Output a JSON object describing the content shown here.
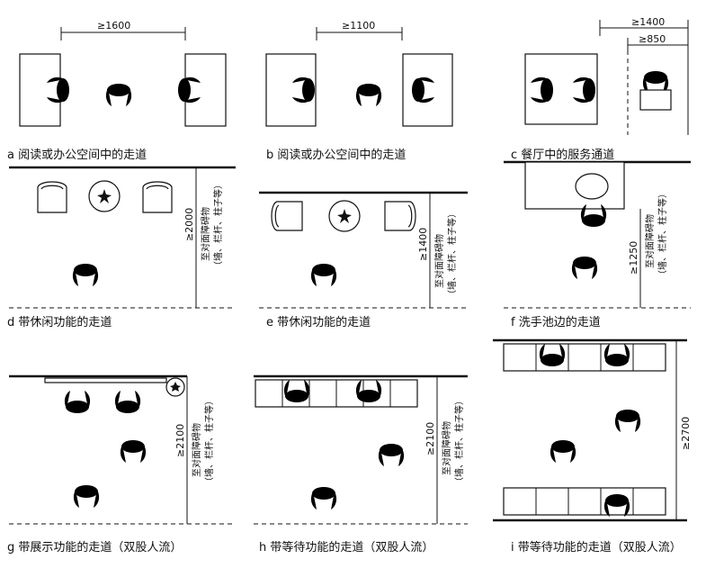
{
  "panels": {
    "a": {
      "caption": "a 阅读或办公空间中的走道",
      "dim": "≥1600"
    },
    "b": {
      "caption": "b 阅读或办公空间中的走道",
      "dim": "≥1100"
    },
    "c": {
      "caption": "c 餐厅中的服务通道",
      "dim1": "≥1400",
      "dim2": "≥850"
    },
    "d": {
      "caption": "d 带休闲功能的走道",
      "dim": "≥2000",
      "note": "至对面障碍物",
      "note2": "（墙、栏杆、柱子等）"
    },
    "e": {
      "caption": "e 带休闲功能的走道",
      "dim": "≥1400",
      "note": "至对面障碍物",
      "note2": "（墙、栏杆、柱子等）"
    },
    "f": {
      "caption": "f 洗手池边的走道",
      "dim": "≥1250",
      "note": "至对面障碍物",
      "note2": "（墙、栏杆、柱子等）"
    },
    "g": {
      "caption": "g 带展示功能的走道（双股人流）",
      "dim": "≥2100",
      "note": "至对面障碍物",
      "note2": "（墙、栏杆、柱子等）"
    },
    "h": {
      "caption": "h 带等待功能的走道（双股人流）",
      "dim": "≥2100",
      "note": "至对面障碍物",
      "note2": "（墙、栏杆、柱子等）"
    },
    "i": {
      "caption": "i 带等待功能的走道（双股人流）",
      "dim": "≥2700"
    }
  }
}
